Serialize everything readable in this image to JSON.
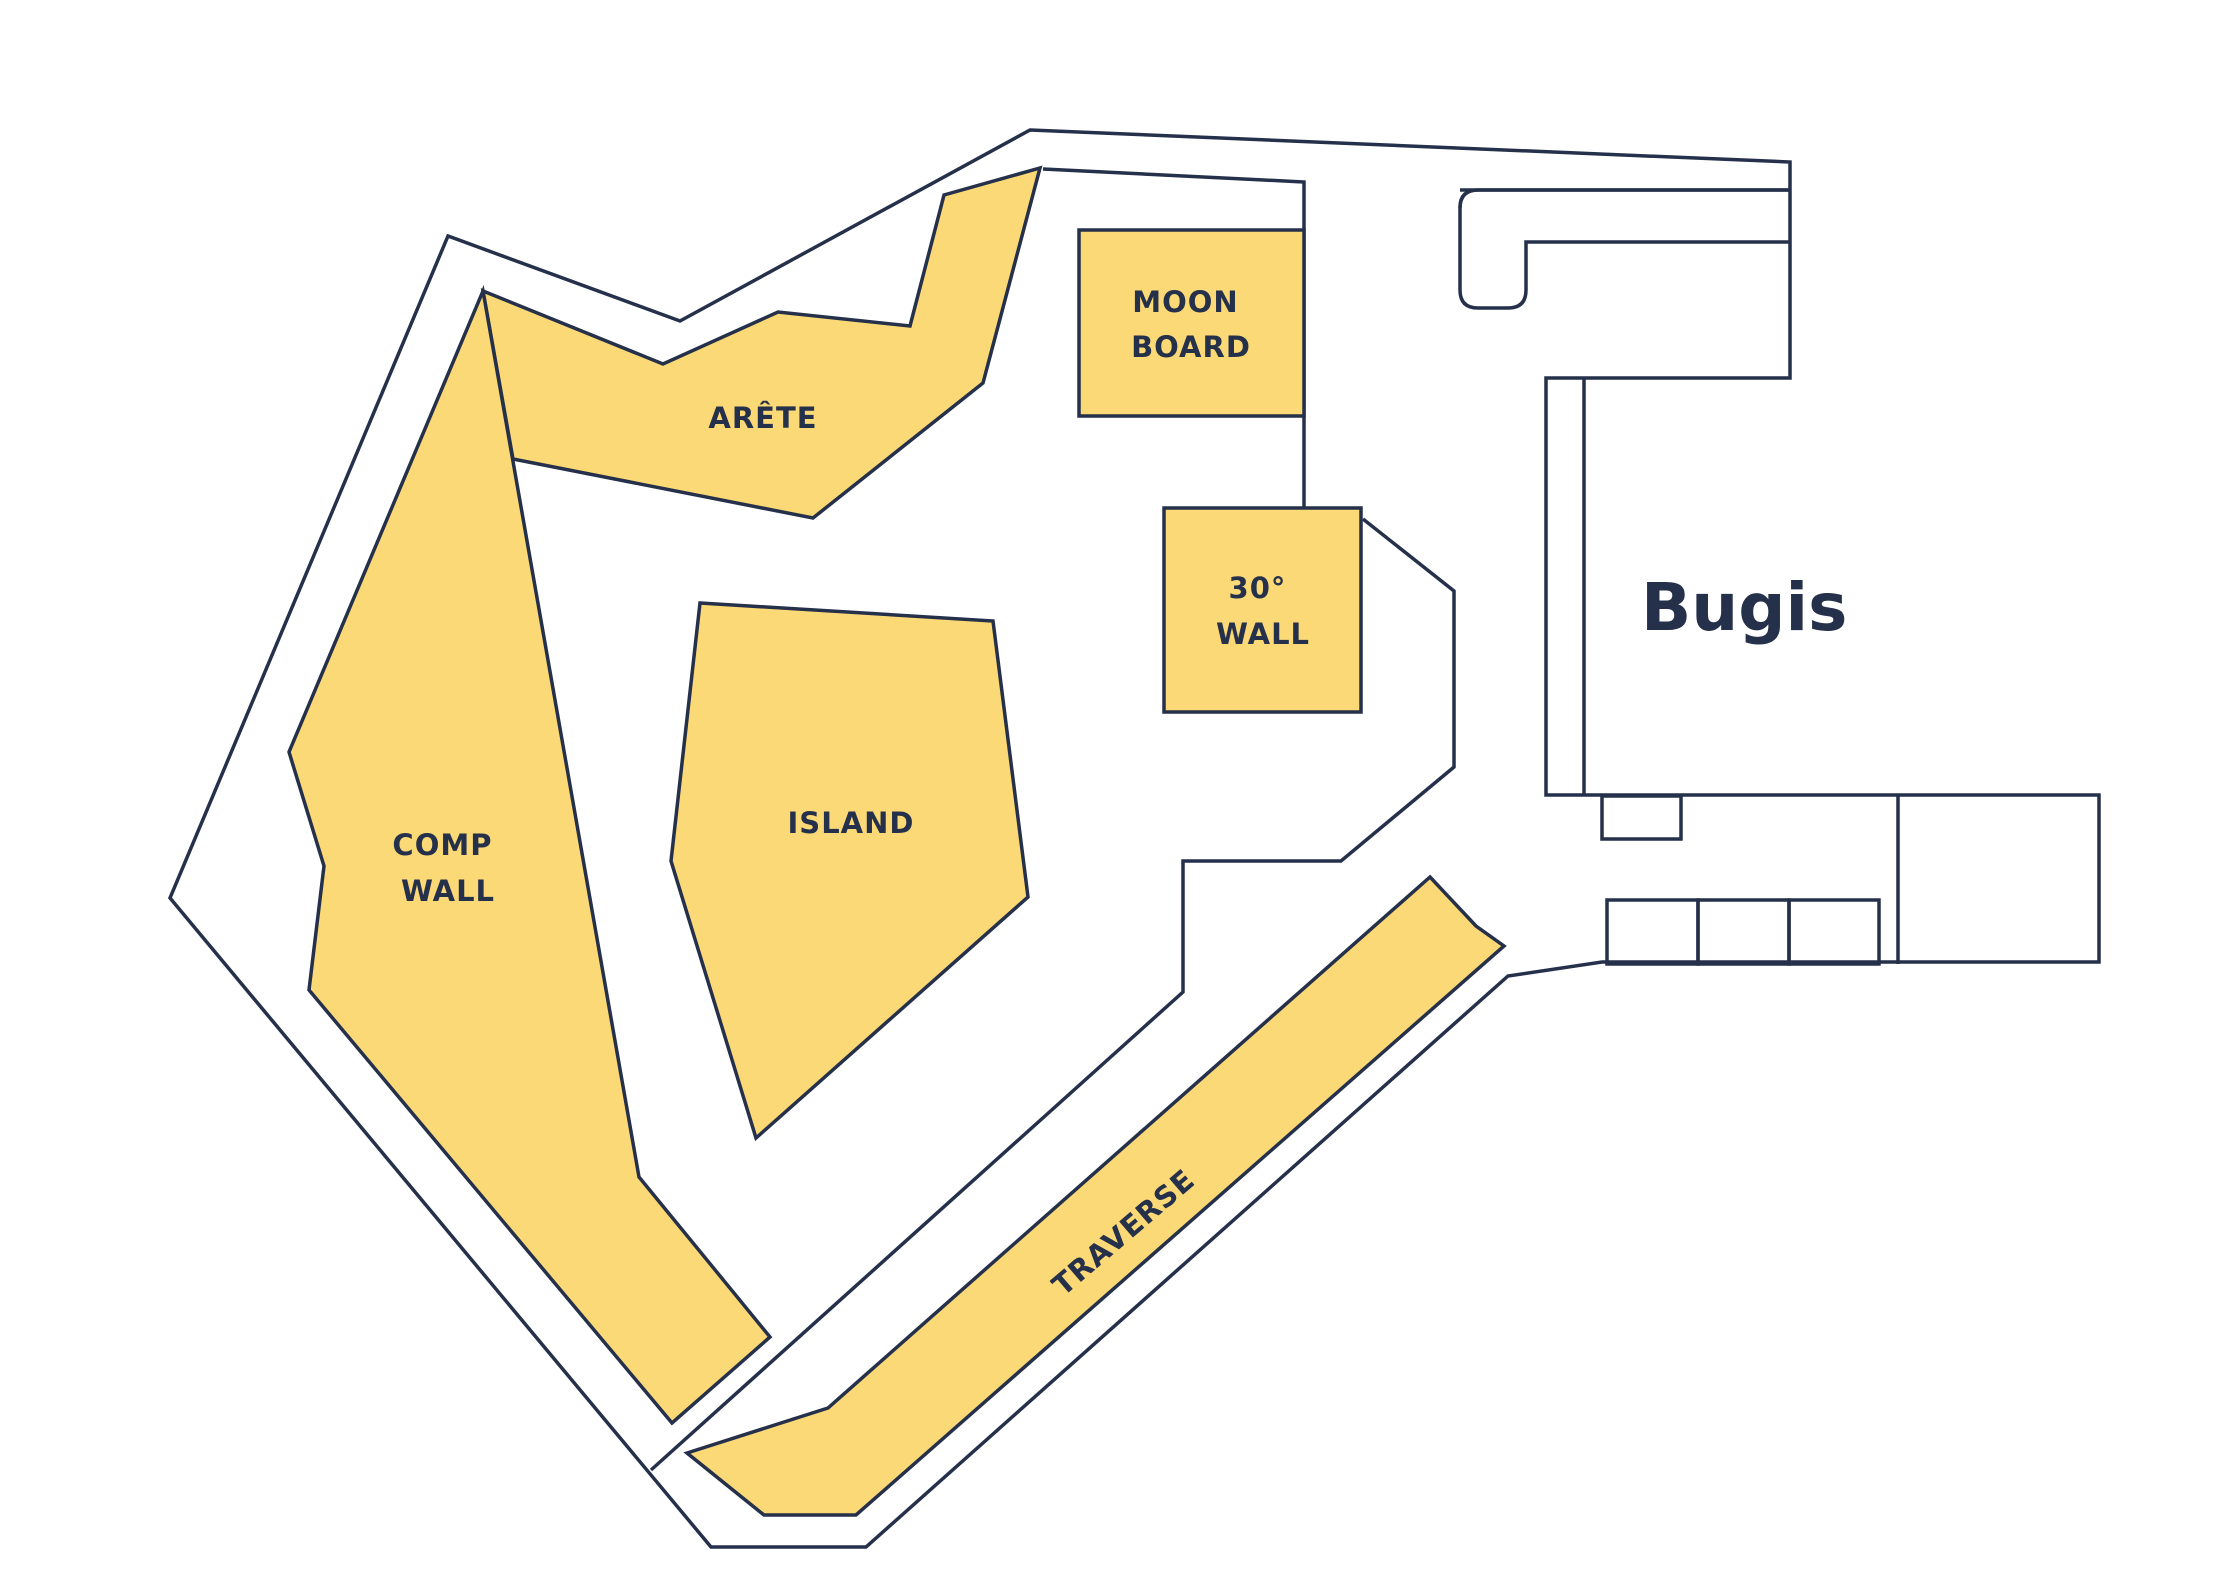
{
  "map": {
    "location_name": "Bugis",
    "colors": {
      "ink": "#25304a",
      "zone_fill": "#fcd977",
      "background": "#ffffff"
    },
    "zones": {
      "moon_board": [
        "MOON",
        "BOARD"
      ],
      "thirty_wall": [
        "30°",
        "WALL"
      ],
      "arete": [
        "ARÊTE"
      ],
      "island": [
        "ISLAND"
      ],
      "comp_wall": [
        "COMP",
        "WALL"
      ],
      "traverse": [
        "TRAVERSE"
      ]
    }
  }
}
